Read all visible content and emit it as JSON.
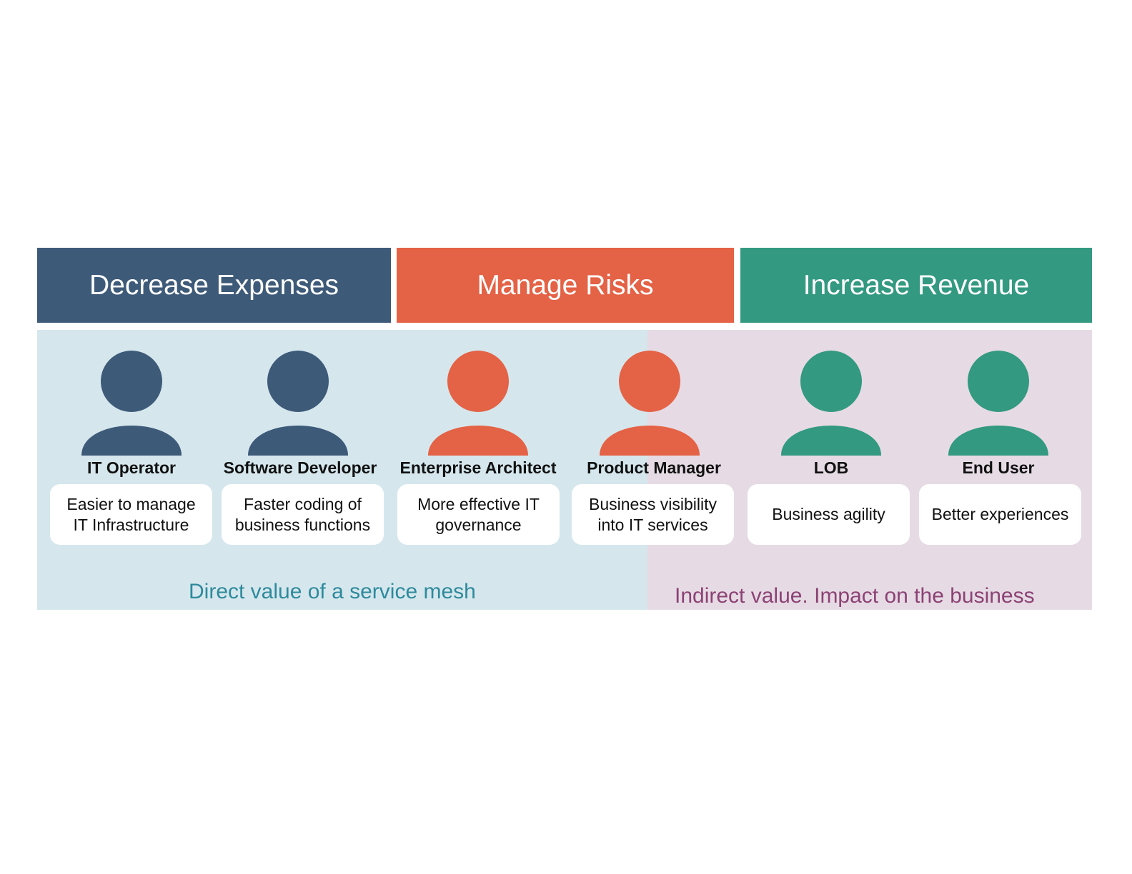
{
  "colors": {
    "decrease": "#3e5a79",
    "risks": "#e46245",
    "revenue": "#339981",
    "direct_bg": "#d5e7ed",
    "indirect_bg": "#e6dbe4",
    "direct_text": "#2e8a9c",
    "indirect_text": "#8c4275"
  },
  "headers": [
    {
      "label": "Decrease Expenses"
    },
    {
      "label": "Manage Risks"
    },
    {
      "label": "Increase Revenue"
    }
  ],
  "personas": [
    {
      "role": "IT Operator",
      "benefit": "Easier to manage\nIT Infrastructure",
      "icon": "person-icon",
      "color": "#3e5a79"
    },
    {
      "role": "Software Developer",
      "benefit": "Faster coding of\nbusiness functions",
      "icon": "person-icon",
      "color": "#3e5a79"
    },
    {
      "role": "Enterprise Architect",
      "benefit": "More effective IT\ngovernance",
      "icon": "person-icon",
      "color": "#e46245"
    },
    {
      "role": "Product Manager",
      "benefit": "Business visibility\ninto IT services",
      "icon": "person-icon",
      "color": "#e46245"
    },
    {
      "role": "LOB",
      "benefit": "Business agility",
      "icon": "person-icon",
      "color": "#339981"
    },
    {
      "role": "End User",
      "benefit": "Better experiences",
      "icon": "person-icon",
      "color": "#339981"
    }
  ],
  "captions": {
    "direct": "Direct value of a service mesh",
    "indirect": "Indirect value. Impact on the business"
  }
}
